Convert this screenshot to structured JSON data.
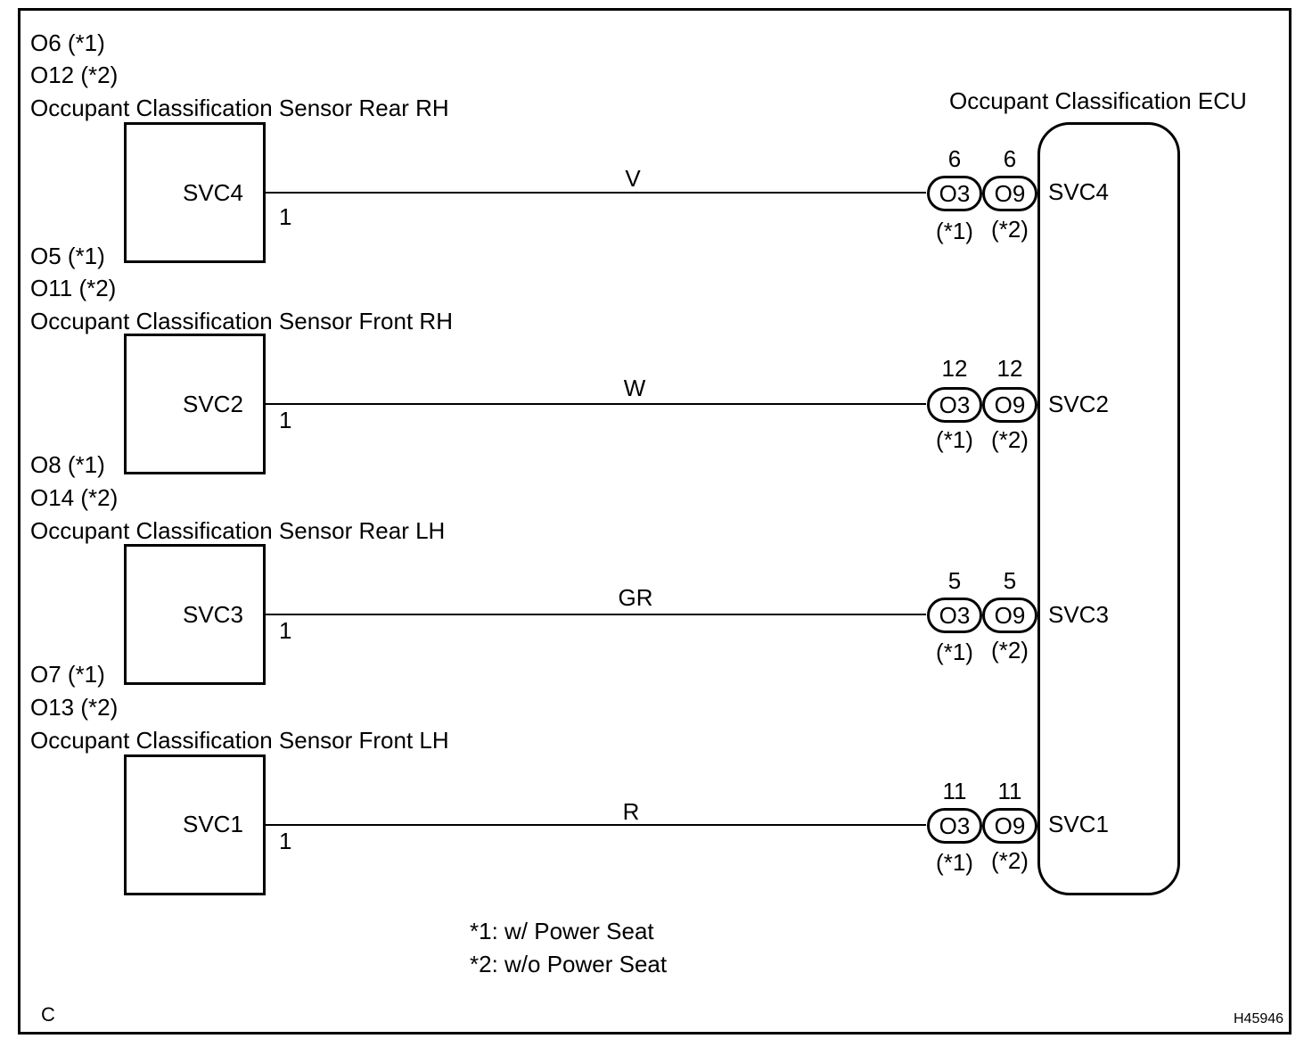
{
  "ecu": {
    "name": "Occupant Classification ECU"
  },
  "sensors": [
    {
      "connector_a": "O6 (*1)",
      "connector_b": "O12 (*2)",
      "name": "Occupant Classification Sensor Rear RH",
      "terminal_name": "SVC4",
      "terminal_pin": "1",
      "wire_color": "V",
      "ecu_pin_a": "6",
      "ecu_pin_b": "6",
      "ecu_conn_a": "O3",
      "ecu_conn_b": "O9",
      "ecu_note_a": "(*1)",
      "ecu_note_b": "(*2)",
      "ecu_terminal": "SVC4"
    },
    {
      "connector_a": "O5 (*1)",
      "connector_b": "O11 (*2)",
      "name": "Occupant Classification Sensor Front RH",
      "terminal_name": "SVC2",
      "terminal_pin": "1",
      "wire_color": "W",
      "ecu_pin_a": "12",
      "ecu_pin_b": "12",
      "ecu_conn_a": "O3",
      "ecu_conn_b": "O9",
      "ecu_note_a": "(*1)",
      "ecu_note_b": "(*2)",
      "ecu_terminal": "SVC2"
    },
    {
      "connector_a": "O8 (*1)",
      "connector_b": "O14 (*2)",
      "name": "Occupant Classification Sensor Rear LH",
      "terminal_name": "SVC3",
      "terminal_pin": "1",
      "wire_color": "GR",
      "ecu_pin_a": "5",
      "ecu_pin_b": "5",
      "ecu_conn_a": "O3",
      "ecu_conn_b": "O9",
      "ecu_note_a": "(*1)",
      "ecu_note_b": "(*2)",
      "ecu_terminal": "SVC3"
    },
    {
      "connector_a": "O7 (*1)",
      "connector_b": "O13 (*2)",
      "name": "Occupant Classification Sensor Front LH",
      "terminal_name": "SVC1",
      "terminal_pin": "1",
      "wire_color": "R",
      "ecu_pin_a": "11",
      "ecu_pin_b": "11",
      "ecu_conn_a": "O3",
      "ecu_conn_b": "O9",
      "ecu_note_a": "(*1)",
      "ecu_note_b": "(*2)",
      "ecu_terminal": "SVC1"
    }
  ],
  "notes": [
    "*1: w/ Power Seat",
    "*2: w/o Power Seat"
  ],
  "corner_label": "C",
  "figure_id": "H45946"
}
